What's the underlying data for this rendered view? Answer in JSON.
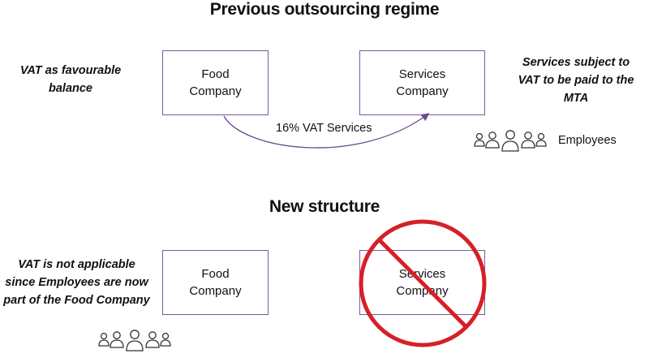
{
  "top": {
    "title": "Previous outsourcing regime",
    "left_note": "VAT as favourable balance",
    "food_box": "Food Company",
    "services_box": "Services Company",
    "arrow_label": "16% VAT Services",
    "right_note": "Services subject to VAT to be paid to the MTA",
    "employees_label": "Employees"
  },
  "bottom": {
    "title": "New structure",
    "left_note": "VAT is not applicable since Employees are now part of the Food Company",
    "food_box": "Food Company",
    "services_box": "Services Company"
  },
  "colors": {
    "box_border": "#7a5a9e",
    "arrow": "#6b4a93",
    "prohibition": "#d62027",
    "icon_stroke": "#333333"
  }
}
